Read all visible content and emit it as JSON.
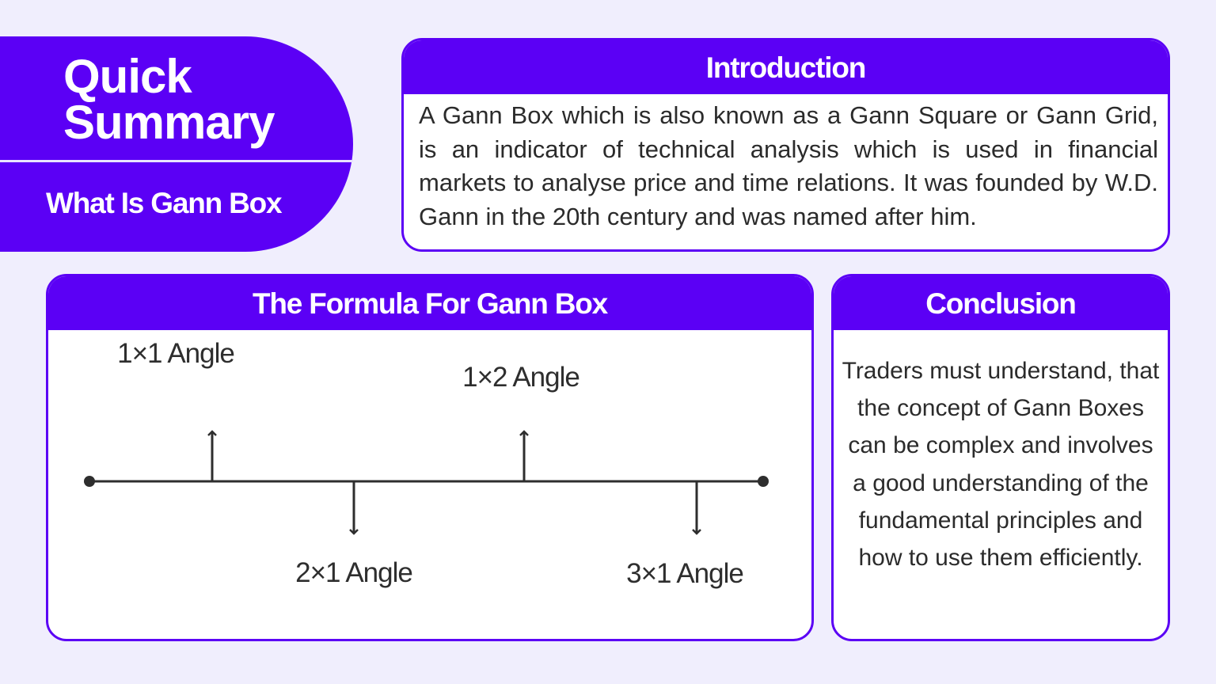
{
  "quick_summary": {
    "title": "Quick\nSummary",
    "subtitle": "What Is Gann Box"
  },
  "introduction": {
    "heading": "Introduction",
    "text": "A Gann Box which is also known as a Gann Square or Gann Grid, is an indicator of technical analysis which is used in financial markets to analyse price and time relations. It was founded by W.D. Gann in the 20th century and was named after him."
  },
  "formula": {
    "heading": "The Formula For Gann Box",
    "angles": [
      {
        "label": "1×1 Angle",
        "direction": "up"
      },
      {
        "label": "2×1 Angle",
        "direction": "down"
      },
      {
        "label": "1×2 Angle",
        "direction": "up"
      },
      {
        "label": "3×1 Angle",
        "direction": "down"
      }
    ]
  },
  "conclusion": {
    "heading": "Conclusion",
    "text": "Traders must understand, that the concept of Gann Boxes can be complex and involves a good understanding of the fundamental principles and how to use them efficiently."
  },
  "colors": {
    "accent": "#5b00f5",
    "background": "#f0eefd",
    "card": "#ffffff",
    "text": "#2b2b2b"
  }
}
